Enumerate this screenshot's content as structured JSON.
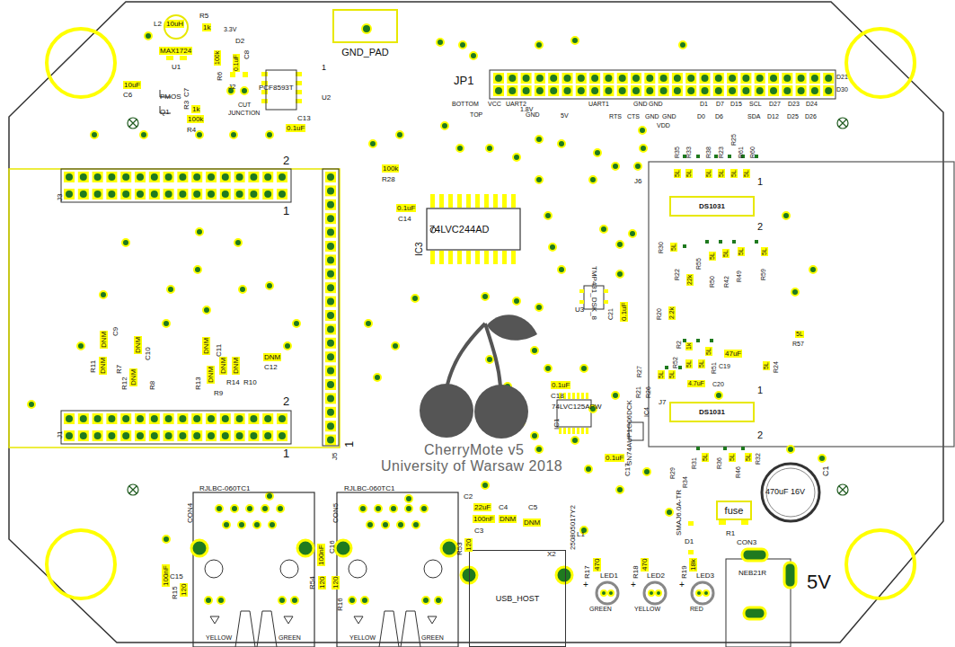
{
  "diagram": {
    "nodes": [
      {
        "text": [
          "GND_PAD"
        ]
      },
      {
        "text": [
          "DS1031"
        ]
      },
      {
        "text": [
          "DS1031"
        ]
      },
      {
        "text": [
          "fuse"
        ]
      },
      {
        "text": [
          "USB_HOST"
        ]
      }
    ],
    "labels": [
      "L2",
      "10uH",
      "R5",
      "1k",
      "3.3V",
      "D2",
      "0.1uF",
      "C8",
      "100k",
      "R6",
      "MAX1724",
      "U1",
      "J2",
      "PCF8593T",
      "1",
      "U2",
      "CUT",
      "JUNCTION",
      "10uF",
      "C6",
      "PMOS",
      "Q1",
      "C7",
      "R3",
      "1k",
      "100k",
      "R4",
      "C13",
      "0.1uF",
      "JP1",
      "BOTTOM",
      "VCC",
      "UART2",
      "1.8V",
      "TOP",
      "GND",
      "5V",
      "UART1",
      "RTS",
      "CTS",
      "GND",
      "GND",
      "GND",
      "GND",
      "D1",
      "D7",
      "D15",
      "SCL",
      "D27",
      "D23",
      "D24",
      "D0",
      "D6",
      "SDA",
      "D12",
      "D25",
      "D26",
      "D21",
      "D30",
      "VDD",
      "100k",
      "R28",
      "0.1uF",
      "C14",
      "74LVC244AD",
      "IC3",
      "J3",
      "2",
      "1",
      "J6",
      "R35",
      "R33",
      "R38",
      "R23",
      "R25",
      "R61",
      "R60",
      "5L",
      "5L",
      "5L",
      "5L",
      "5L",
      "5L",
      "1",
      "2",
      "R30",
      "5L",
      "R55",
      "5L",
      "5L",
      "5L",
      "5L",
      "R22",
      "22k",
      "R50",
      "R42",
      "R49",
      "R59",
      "R20",
      "2.2k",
      "TMP431_DSK_8",
      "U3",
      "C21",
      "0.1uF",
      "C9",
      "DNM",
      "DNM",
      "C10",
      "R11",
      "DNM",
      "R7",
      "R12",
      "DNM",
      "R8",
      "DNM",
      "C11",
      "R13",
      "DNM",
      "R9",
      "DNM",
      "DNM",
      "R14",
      "R10",
      "DNM",
      "C12",
      "2",
      "1",
      "J1",
      "J5",
      "1",
      "R2",
      "1k",
      "5L",
      "47uF",
      "R52",
      "5L",
      "5L",
      "R51",
      "C19",
      "R27",
      "R21",
      "R26",
      "5L",
      "5L",
      "4.7uF",
      "C20",
      "R24",
      "5L",
      "5L",
      "R57",
      "1",
      "2",
      "J7",
      "0.1uF",
      "C18",
      "74LVC125APW",
      "IC1",
      "IC4",
      "SN74AUP1G06DCK",
      "0.1uF",
      "C17",
      "CherryMote v5",
      "University of Warsaw 2018",
      "R29",
      "R34",
      "R31",
      "5L",
      "R36",
      "5L",
      "R46",
      "5L",
      "R32",
      "C1",
      "470uF 16V",
      "R1",
      "D1",
      "SMAJ6.0A-TR",
      "CON3",
      "NEB21R",
      "5V",
      "RJLBC-060TC1",
      "CON4",
      "RJLBC-060TC1",
      "CON5",
      "C2",
      "22uF",
      "C4",
      "C5",
      "100nF",
      "DNM",
      "DNM",
      "C3",
      "250805017Y2",
      "L1",
      "X2",
      "100nF",
      "C15",
      "R15",
      "120",
      "100nF",
      "C16",
      "R54",
      "120",
      "120",
      "R16",
      "R53",
      "120",
      "YELLOW",
      "GREEN",
      "YELLOW",
      "GREEN",
      "R17",
      "470",
      "R18",
      "470",
      "R19",
      "18k",
      "LED1",
      "LED2",
      "LED3",
      "+",
      "+",
      "+",
      "GREEN",
      "YELLOW",
      "RED"
    ]
  }
}
